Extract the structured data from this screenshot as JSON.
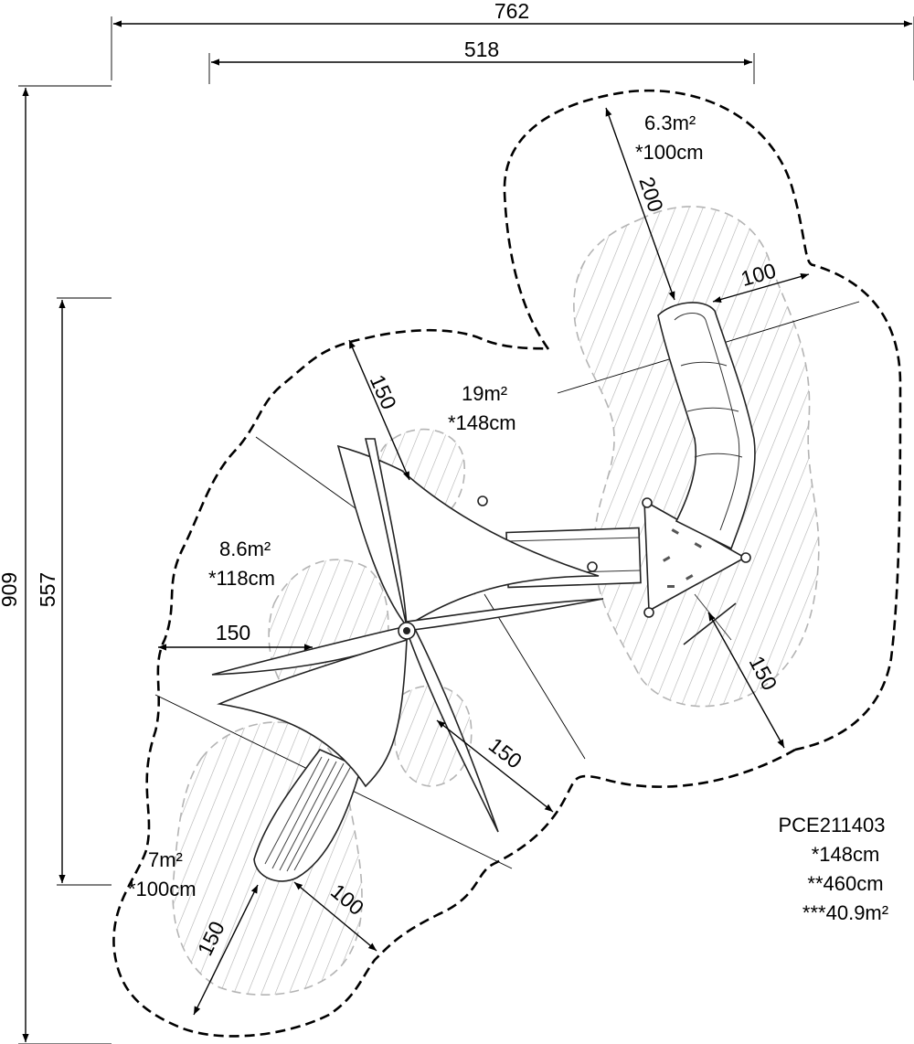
{
  "dimensions": {
    "overall_width": "762",
    "inner_width": "518",
    "overall_height": "909",
    "inner_height": "557",
    "slide_fall_length": "200",
    "slide_exit_width": "100",
    "upper_cone_fall": "150",
    "left_cone_fall": "150",
    "deck_right_fall": "150",
    "lower_cone_fall": "150",
    "chute_fall_length": "150",
    "chute_exit_width": "100"
  },
  "areas": {
    "slide_area": {
      "size": "6.3m²",
      "height": "*100cm"
    },
    "center_area": {
      "size": "19m²",
      "height": "*148cm"
    },
    "left_area": {
      "size": "8.6m²",
      "height": "*118cm"
    },
    "bottom_area": {
      "size": "7m²",
      "height": "*100cm"
    }
  },
  "legend": {
    "product_code": "PCE211403",
    "free_fall_height": "*148cm",
    "total_height": "**460cm",
    "total_area": "***40.9m²"
  }
}
